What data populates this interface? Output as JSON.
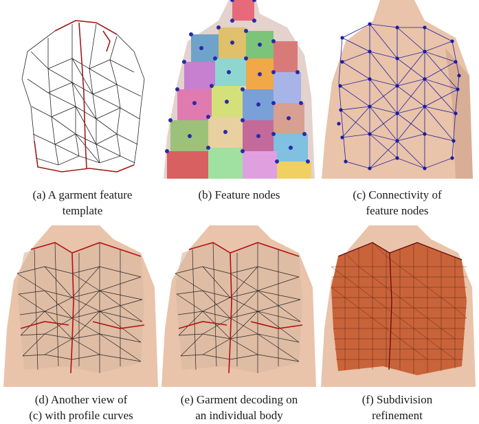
{
  "figure": {
    "panels": [
      {
        "id": "a",
        "caption_line1": "(a) A garment feature",
        "caption_line2": "template",
        "style": "wireframe-template",
        "mesh_color": "#222222",
        "curve_color": "#a01818"
      },
      {
        "id": "b",
        "caption_line1": "(b) Feature nodes",
        "caption_line2": "",
        "style": "colored-patches-with-nodes",
        "node_color": "#2a2aa8"
      },
      {
        "id": "c",
        "caption_line1": "(c) Connectivity of",
        "caption_line2": "feature nodes",
        "style": "node-connectivity-on-body",
        "node_color": "#1c1c9c"
      },
      {
        "id": "d",
        "caption_line1": "(d) Another view of",
        "caption_line2": "(c) with profile curves",
        "style": "wireframe-on-body",
        "curve_color": "#b01010"
      },
      {
        "id": "e",
        "caption_line1": "(e) Garment decoding on",
        "caption_line2": "an individual body",
        "style": "wireframe-on-body",
        "curve_color": "#b01010"
      },
      {
        "id": "f",
        "caption_line1": "(f) Subdivision",
        "caption_line2": "refinement",
        "style": "dense-orange-mesh",
        "fill_color": "#c9633a"
      }
    ]
  },
  "colors": {
    "skin": "#e9c3aa",
    "skin_shade": "#c99a82",
    "background": "#ffffff"
  }
}
